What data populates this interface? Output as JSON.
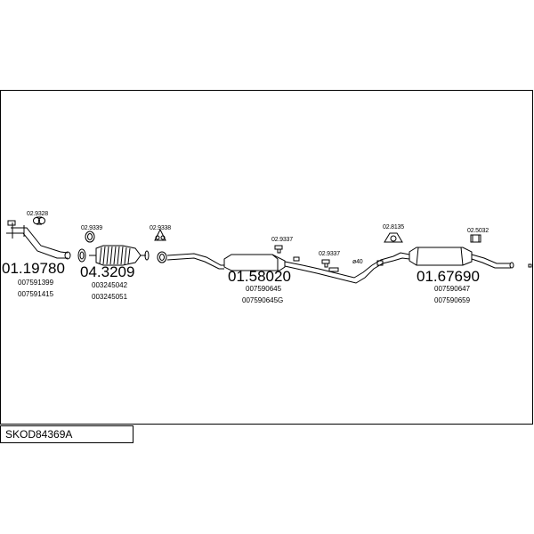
{
  "diagram_code": "SKOD84369A",
  "parts": [
    {
      "code": "01.19780",
      "refs": [
        "007591399",
        "007591415"
      ]
    },
    {
      "code": "04.3209",
      "refs": [
        "003245042",
        "003245051"
      ]
    },
    {
      "code": "01.58020",
      "refs": [
        "007590645",
        "007590645G"
      ]
    },
    {
      "code": "01.67690",
      "refs": [
        "007590647",
        "007590659"
      ]
    }
  ],
  "fittings": [
    "02.9328",
    "02.9339",
    "02.9338",
    "02.9337",
    "02.9337",
    "02.8135",
    "02.5032"
  ],
  "pipe_note": "ø40"
}
